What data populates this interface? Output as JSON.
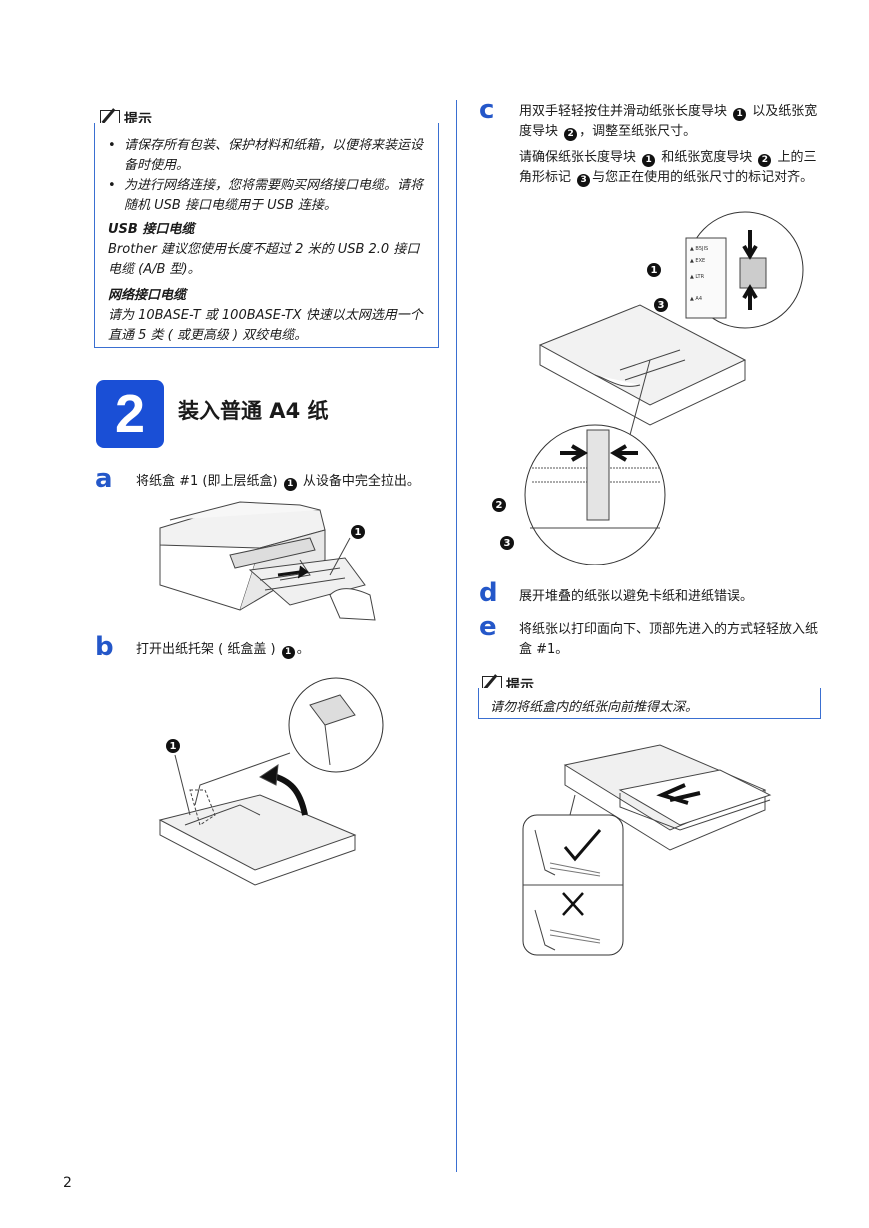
{
  "note1": {
    "title": "提示",
    "bullets": [
      "请保存所有包装、保护材料和纸箱，以便将来装运设备时使用。",
      "为进行网络连接，您将需要购买网络接口电缆。请将随机 USB 接口电缆用于 USB 连接。"
    ],
    "usb_heading": "USB 接口电缆",
    "usb_text": "Brother 建议您使用长度不超过 2 米的 USB 2.0 接口电缆 (A/B 型)。",
    "lan_heading": "网络接口电缆",
    "lan_text": "请为 10BASE-T 或 100BASE-TX 快速以太网选用一个直通 5 类 ( 或更高级 ) 双绞电缆。"
  },
  "section": {
    "number": "2",
    "title": "装入普通 A4 纸"
  },
  "steps": {
    "a": {
      "letter": "a",
      "text_before": "将纸盒 #1 (即上层纸盒) ",
      "marker": "1",
      "text_after": " 从设备中完全拉出。"
    },
    "b": {
      "letter": "b",
      "text_before": "打开出纸托架 ( 纸盒盖 ) ",
      "marker": "1",
      "text_after": "。"
    },
    "c": {
      "letter": "c",
      "p1_a": "用双手轻轻按住并滑动纸张长度导块 ",
      "p1_m1": "1",
      "p1_b": " 以及纸张宽度导块 ",
      "p1_m2": "2",
      "p1_c": "，调整至纸张尺寸。",
      "p2_a": "请确保纸张长度导块 ",
      "p2_m1": "1",
      "p2_b": " 和纸张宽度导块 ",
      "p2_m2": "2",
      "p2_c": " 上的三角形标记 ",
      "p2_m3": "3",
      "p2_d": "与您正在使用的纸张尺寸的标记对齐。"
    },
    "d": {
      "letter": "d",
      "text": "展开堆叠的纸张以避免卡纸和进纸错误。"
    },
    "e": {
      "letter": "e",
      "text": "将纸张以打印面向下、顶部先进入的方式轻轻放入纸盒 #1。"
    }
  },
  "note2": {
    "title": "提示",
    "text": "请勿将纸盒内的纸张向前推得太深。"
  },
  "figure_labels": {
    "a": [
      "1"
    ],
    "b": [
      "1"
    ],
    "c": [
      "1",
      "3",
      "2",
      "3"
    ],
    "c_marks": [
      "B5JIS",
      "EXE",
      "LTR",
      "A4"
    ]
  },
  "page_number": "2"
}
